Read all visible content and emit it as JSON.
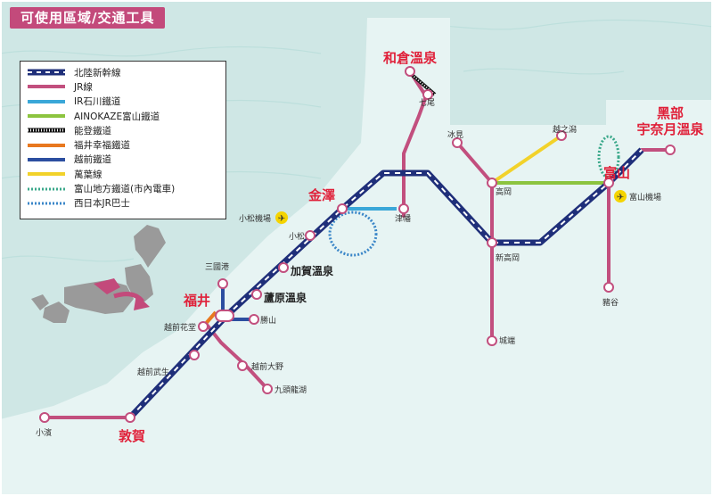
{
  "title": "可使用區域/交通工具",
  "colors": {
    "sea": "#cde8e6",
    "land": "#2b7f89",
    "hokuriku": "#1f2f7a",
    "jr": "#c24f7e",
    "ir_ishikawa": "#3aa7d8",
    "ainokaze": "#8cc43f",
    "noto": "#111111",
    "fukui": "#e8781f",
    "echizen": "#2c4ea0",
    "manyo": "#f2d22a",
    "toyama_tram": "#3aa88a",
    "jr_bus": "#3a86c8"
  },
  "legend": [
    {
      "label": "北陸新幹線",
      "icon": "shinkansen-line"
    },
    {
      "label": "JR線",
      "icon": "jr-line"
    },
    {
      "label": "IR石川鐵道",
      "icon": "ir-line"
    },
    {
      "label": "AINOKAZE富山鐵道",
      "icon": "ainokaze-line"
    },
    {
      "label": "能登鐵道",
      "icon": "noto-line"
    },
    {
      "label": "福井幸福鐵道",
      "icon": "fukui-line"
    },
    {
      "label": "越前鐵道",
      "icon": "echizen-line"
    },
    {
      "label": "萬葉線",
      "icon": "manyo-line"
    },
    {
      "label": "富山地方鐵道(市內電車)",
      "icon": "toyama-tram-line"
    },
    {
      "label": "西日本JR巴士",
      "icon": "jr-bus-line"
    }
  ],
  "stations": {
    "wakura": "和倉溫泉",
    "nanao": "七尾",
    "kurobe1": "黑部",
    "kurobe2": "宇奈月溫泉",
    "himi": "冰見",
    "shinminato": "越之潟",
    "takaoka": "高岡",
    "toyama": "富山",
    "toyama_airport": "富山機場",
    "kanazawa": "金澤",
    "tsubata": "津幡",
    "komatsu_airport": "小松機場",
    "komatsu": "小松",
    "kagaonsen": "加賀溫泉",
    "awaraonsen": "蘆原溫泉",
    "mikuniminato": "三國港",
    "fukui": "福井",
    "katsuyama": "勝山",
    "echizenhanando": "越前花堂",
    "echizenono": "越前大野",
    "echizentakefu": "越前武生",
    "kuzuryuko": "九頭龍湖",
    "tsuruga": "敦賀",
    "obama": "小濱",
    "shintakaoka": "新高岡",
    "johana": "城端",
    "inotani": "豬谷"
  }
}
